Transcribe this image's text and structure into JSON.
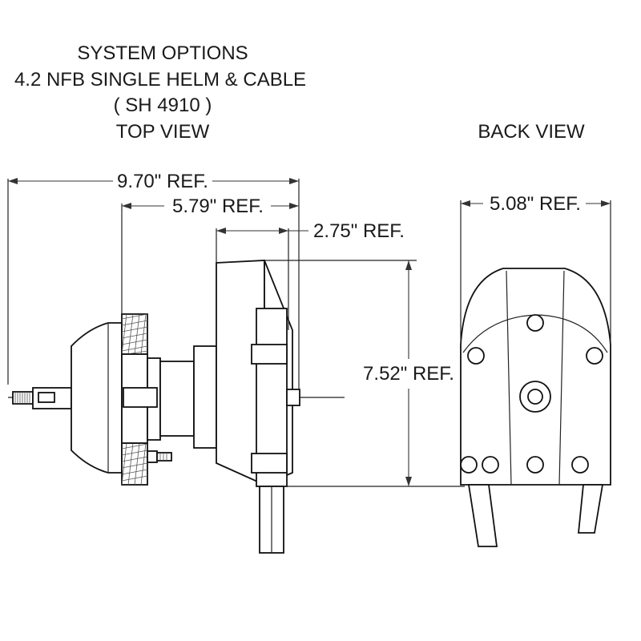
{
  "title": {
    "line1": "SYSTEM OPTIONS",
    "line2": "4.2 NFB SINGLE HELM & CABLE",
    "line3": "( SH 4910 )"
  },
  "views": {
    "top": "TOP VIEW",
    "back": "BACK VIEW"
  },
  "dimensions": {
    "overall_length": "9.70\" REF.",
    "housing_length": "5.79\" REF.",
    "helm_depth": "2.75\" REF.",
    "height": "7.52\" REF.",
    "back_width": "5.08\" REF."
  },
  "colors": {
    "ink": "#1a1a1a",
    "background": "#ffffff"
  }
}
